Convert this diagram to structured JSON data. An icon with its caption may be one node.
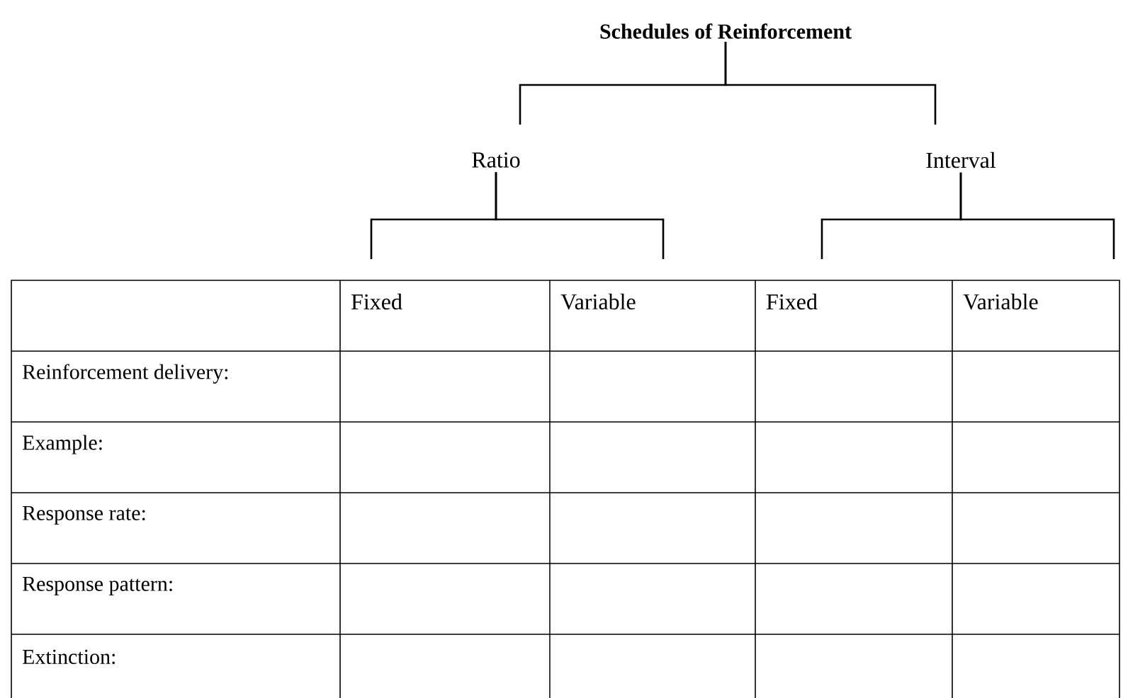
{
  "diagram": {
    "nodes": [
      {
        "text": [
          "Schedules of Reinforcement"
        ]
      },
      {
        "text": [
          "Ratio"
        ]
      },
      {
        "text": [
          "Interval"
        ]
      },
      {
        "text": [
          "Fixed"
        ]
      },
      {
        "text": [
          "Variable"
        ]
      },
      {
        "text": [
          "Fixed"
        ]
      },
      {
        "text": [
          "Variable"
        ]
      }
    ],
    "edges": [
      {
        "from": 0,
        "to": 1,
        "arrow": "none"
      },
      {
        "from": 0,
        "to": 2,
        "arrow": "none"
      },
      {
        "from": 1,
        "to": 3,
        "arrow": "none"
      },
      {
        "from": 1,
        "to": 4,
        "arrow": "none"
      },
      {
        "from": 2,
        "to": 5,
        "arrow": "none"
      },
      {
        "from": 2,
        "to": 6,
        "arrow": "none"
      }
    ],
    "labels": [
      "Reinforcement delivery:",
      "Example:",
      "Response rate:",
      "Response pattern:",
      "Extinction:"
    ]
  }
}
